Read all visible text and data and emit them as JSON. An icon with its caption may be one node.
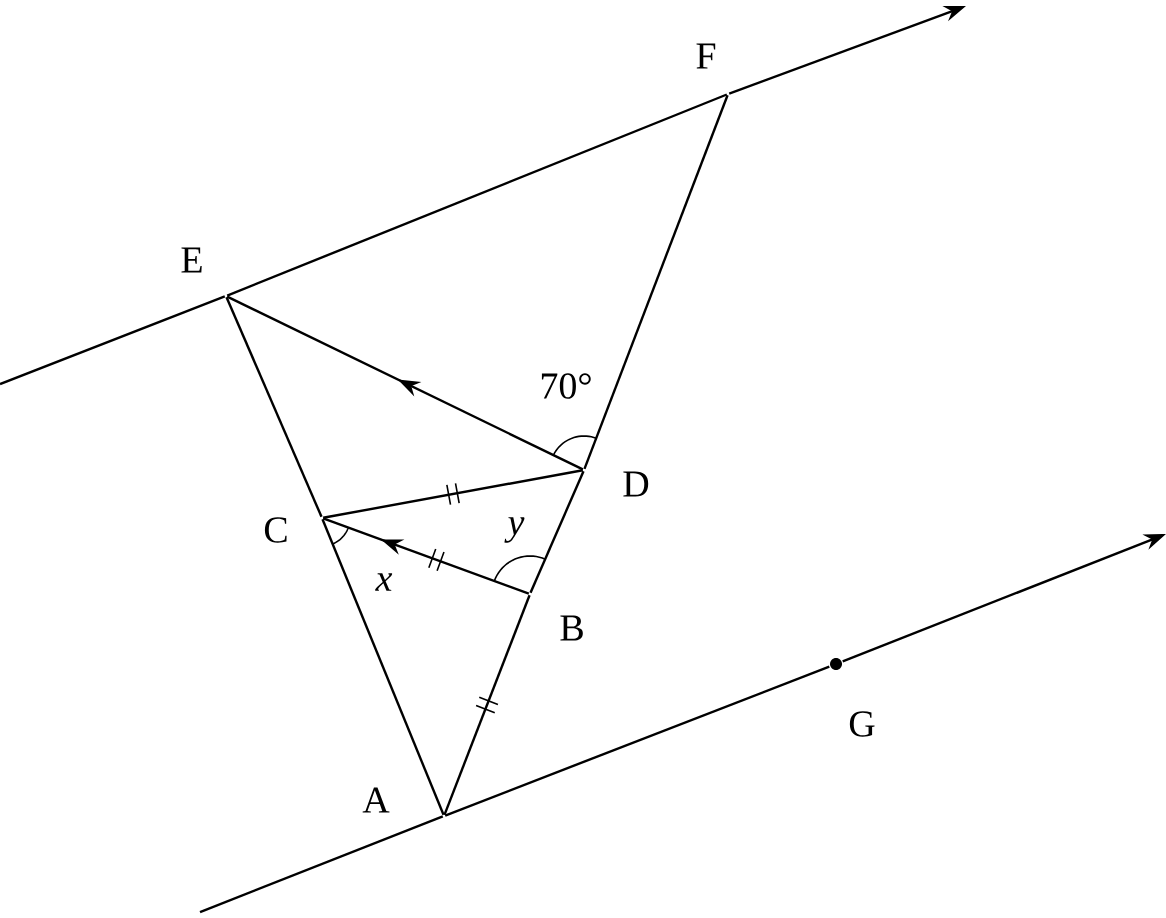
{
  "diagram": {
    "nodes": [
      {
        "text": [
          "F"
        ]
      },
      {
        "text": [
          "E"
        ]
      },
      {
        "text": [
          "D"
        ]
      },
      {
        "text": [
          "C"
        ]
      },
      {
        "text": [
          "B"
        ]
      },
      {
        "text": [
          "G"
        ]
      },
      {
        "text": [
          "A"
        ]
      }
    ],
    "edges": [
      {
        "from": null,
        "to": 1,
        "arrow": "none"
      },
      {
        "from": 1,
        "to": 0,
        "arrow": "none"
      },
      {
        "from": 0,
        "to": null,
        "arrow": "to"
      },
      {
        "from": 0,
        "to": 2,
        "arrow": "none"
      },
      {
        "from": 2,
        "to": 4,
        "arrow": "none"
      },
      {
        "from": 4,
        "to": 6,
        "arrow": "none"
      },
      {
        "from": 1,
        "to": 3,
        "arrow": "none"
      },
      {
        "from": 3,
        "to": 6,
        "arrow": "none"
      },
      {
        "from": 2,
        "to": 1,
        "arrow": "to"
      },
      {
        "from": 3,
        "to": 2,
        "arrow": "none"
      },
      {
        "from": 4,
        "to": 3,
        "arrow": "to"
      },
      {
        "from": null,
        "to": 6,
        "arrow": "none"
      },
      {
        "from": 6,
        "to": 5,
        "arrow": "none"
      },
      {
        "from": 5,
        "to": null,
        "arrow": "to"
      }
    ],
    "labels": [
      "70°",
      "y",
      "x"
    ]
  }
}
